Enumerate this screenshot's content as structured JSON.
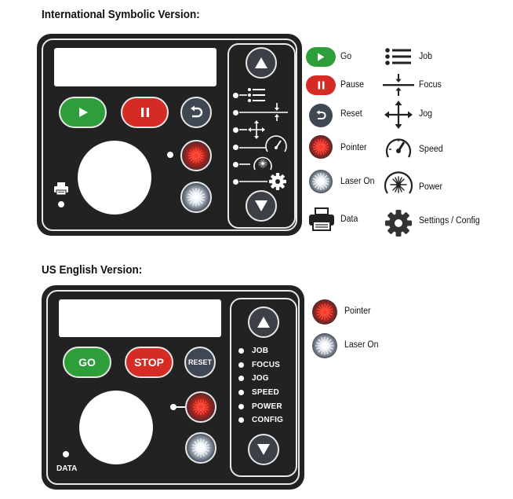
{
  "titles": {
    "international": "International Symbolic Version:",
    "us": "US English Version:"
  },
  "legend_left": [
    {
      "label": "Go",
      "icon": "play-button-icon"
    },
    {
      "label": "Pause",
      "icon": "pause-button-icon"
    },
    {
      "label": "Reset",
      "icon": "reset-icon"
    },
    {
      "label": "Pointer",
      "icon": "pointer-icon"
    },
    {
      "label": "Laser On",
      "icon": "laser-on-icon"
    },
    {
      "label": "Data",
      "icon": "printer-icon"
    }
  ],
  "legend_right": [
    {
      "label": "Job",
      "icon": "job-list-icon"
    },
    {
      "label": "Focus",
      "icon": "focus-icon"
    },
    {
      "label": "Jog",
      "icon": "jog-arrows-icon"
    },
    {
      "label": "Speed",
      "icon": "speed-gauge-icon"
    },
    {
      "label": "Power",
      "icon": "power-dial-icon"
    },
    {
      "label": "Settings / Config",
      "icon": "gear-icon"
    }
  ],
  "us_panel": {
    "go": "GO",
    "stop": "STOP",
    "reset": "RESET",
    "data": "DATA",
    "menu": [
      "JOB",
      "FOCUS",
      "JOG",
      "SPEED",
      "POWER",
      "CONFIG"
    ]
  },
  "legend_us": [
    {
      "label": "Pointer",
      "icon": "pointer-icon"
    },
    {
      "label": "Laser On",
      "icon": "laser-on-icon"
    }
  ],
  "colors": {
    "panel": "#222222",
    "go_green": "#2e9e3a",
    "pause_red": "#d62a24",
    "button_slate": "#3f4752"
  }
}
